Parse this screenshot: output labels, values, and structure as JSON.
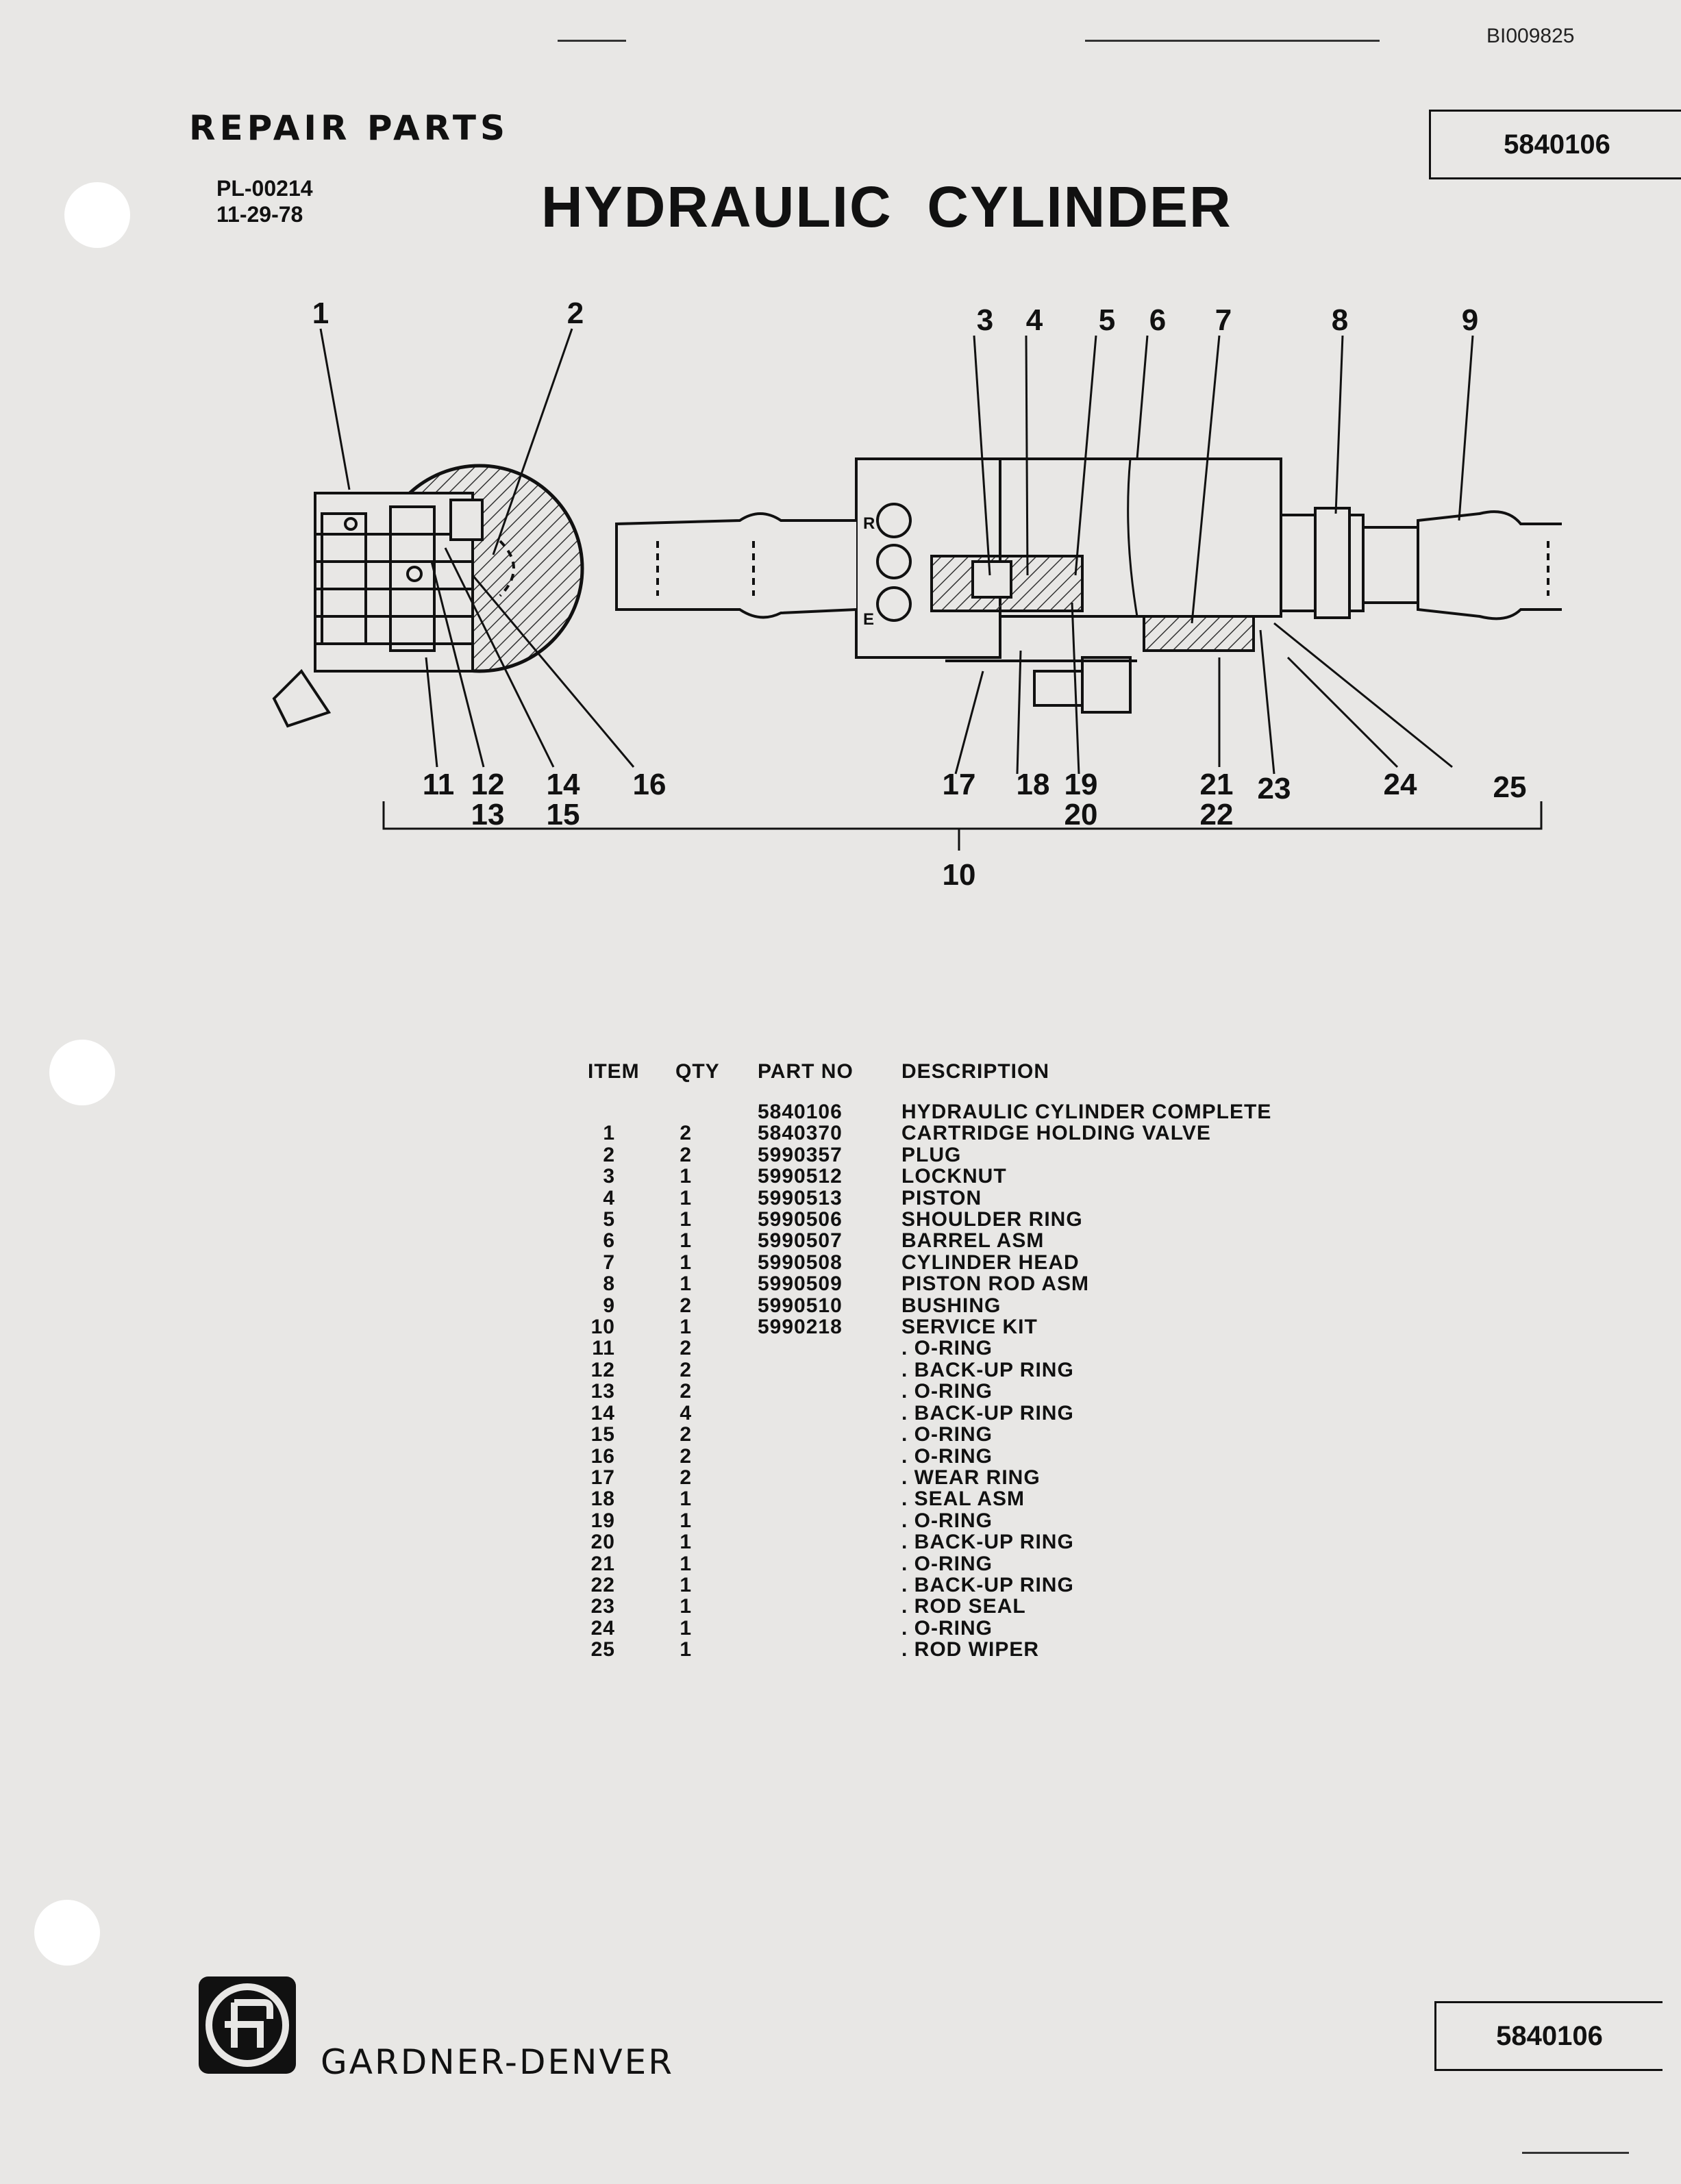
{
  "document_id": "BI009825",
  "header": {
    "section_title": "REPAIR PARTS",
    "pl_number": "PL-00214",
    "date": "11-29-78",
    "title": "HYDRAULIC  CYLINDER",
    "part_number": "5840106"
  },
  "diagram": {
    "callouts_top": [
      "1",
      "2",
      "3",
      "4",
      "5",
      "6",
      "7",
      "8",
      "9"
    ],
    "callouts_bottom": [
      "11",
      "12",
      "13",
      "14",
      "15",
      "16",
      "17",
      "18",
      "19",
      "20",
      "21",
      "22",
      "23",
      "24",
      "25"
    ],
    "callout_kit": "10",
    "port_labels": [
      "R",
      "E"
    ]
  },
  "table": {
    "headers": {
      "item": "ITEM",
      "qty": "QTY",
      "part_no": "PART NO",
      "description": "DESCRIPTION"
    },
    "rows": [
      {
        "item": "",
        "qty": "",
        "part_no": "5840106",
        "description": "HYDRAULIC CYLINDER COMPLETE"
      },
      {
        "item": "1",
        "qty": "2",
        "part_no": "5840370",
        "description": "CARTRIDGE HOLDING VALVE"
      },
      {
        "item": "2",
        "qty": "2",
        "part_no": "5990357",
        "description": "PLUG"
      },
      {
        "item": "3",
        "qty": "1",
        "part_no": "5990512",
        "description": "LOCKNUT"
      },
      {
        "item": "4",
        "qty": "1",
        "part_no": "5990513",
        "description": "PISTON"
      },
      {
        "item": "5",
        "qty": "1",
        "part_no": "5990506",
        "description": "SHOULDER RING"
      },
      {
        "item": "6",
        "qty": "1",
        "part_no": "5990507",
        "description": "BARREL ASM"
      },
      {
        "item": "7",
        "qty": "1",
        "part_no": "5990508",
        "description": "CYLINDER HEAD"
      },
      {
        "item": "8",
        "qty": "1",
        "part_no": "5990509",
        "description": "PISTON ROD ASM"
      },
      {
        "item": "9",
        "qty": "2",
        "part_no": "5990510",
        "description": "BUSHING"
      },
      {
        "item": "10",
        "qty": "1",
        "part_no": "5990218",
        "description": "SERVICE KIT"
      },
      {
        "item": "11",
        "qty": "2",
        "part_no": "",
        "description": ". O-RING"
      },
      {
        "item": "12",
        "qty": "2",
        "part_no": "",
        "description": ". BACK-UP RING"
      },
      {
        "item": "13",
        "qty": "2",
        "part_no": "",
        "description": ". O-RING"
      },
      {
        "item": "14",
        "qty": "4",
        "part_no": "",
        "description": ". BACK-UP RING"
      },
      {
        "item": "15",
        "qty": "2",
        "part_no": "",
        "description": ". O-RING"
      },
      {
        "item": "16",
        "qty": "2",
        "part_no": "",
        "description": ". O-RING"
      },
      {
        "item": "17",
        "qty": "2",
        "part_no": "",
        "description": ". WEAR RING"
      },
      {
        "item": "18",
        "qty": "1",
        "part_no": "",
        "description": ". SEAL ASM"
      },
      {
        "item": "19",
        "qty": "1",
        "part_no": "",
        "description": ". O-RING"
      },
      {
        "item": "20",
        "qty": "1",
        "part_no": "",
        "description": ". BACK-UP RING"
      },
      {
        "item": "21",
        "qty": "1",
        "part_no": "",
        "description": ". O-RING"
      },
      {
        "item": "22",
        "qty": "1",
        "part_no": "",
        "description": ". BACK-UP RING"
      },
      {
        "item": "23",
        "qty": "1",
        "part_no": "",
        "description": ". ROD SEAL"
      },
      {
        "item": "24",
        "qty": "1",
        "part_no": "",
        "description": ". O-RING"
      },
      {
        "item": "25",
        "qty": "1",
        "part_no": "",
        "description": ". ROD WIPER"
      }
    ]
  },
  "footer": {
    "company": "GARDNER-DENVER",
    "part_number": "5840106",
    "logo_icon": "gardner-denver-logo-icon"
  }
}
